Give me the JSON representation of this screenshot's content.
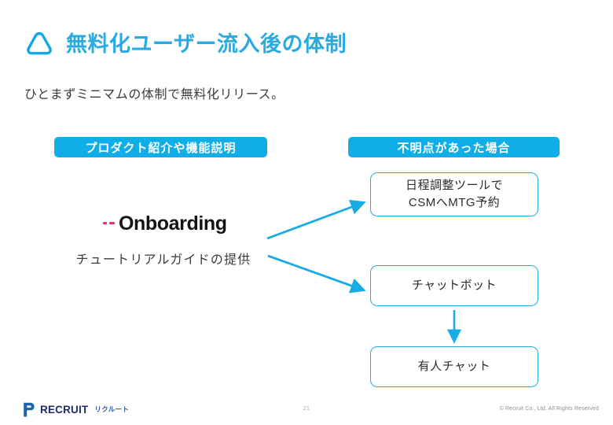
{
  "slide": {
    "title": "無料化ユーザー流入後の体制",
    "subtitle": "ひとまずミニマムの体制で無料化リリース。",
    "brand_icon": "rounded-triangle-icon",
    "accent_color": "#29ABE2",
    "banner_color": "#0FAEE8",
    "arrow_color": "#18ACE5"
  },
  "columns": {
    "left": {
      "banner_label": "プロダクト紹介や機能説明",
      "logo": {
        "word": "Onboarding",
        "dash_color": "#EC2D7E",
        "word_color": "#141414"
      },
      "caption": "チュートリアルガイドの提供"
    },
    "right": {
      "banner_label": "不明点があった場合",
      "boxes": [
        {
          "name": "scheduling-tool-box",
          "line1": "日程調整ツールで",
          "line2": "CSMへMTG予約"
        },
        {
          "name": "chatbot-box",
          "line1": "チャットボット",
          "line2": ""
        },
        {
          "name": "human-chat-box",
          "line1": "有人チャット",
          "line2": ""
        }
      ]
    }
  },
  "connectors": [
    {
      "name": "arrow-to-scheduling-tool",
      "from": "onboarding",
      "to": "日程調整ツールでCSMへMTG予約"
    },
    {
      "name": "arrow-to-chatbot",
      "from": "onboarding",
      "to": "チャットボット"
    },
    {
      "name": "arrow-chatbot-to-human-chat",
      "from": "チャットボット",
      "to": "有人チャット"
    }
  ],
  "footer": {
    "logo_word": "RECRUIT",
    "logo_kana": "リクルート",
    "page_number": "21",
    "copyright": "© Recruit Co., Ltd. All Rights Reserved"
  }
}
